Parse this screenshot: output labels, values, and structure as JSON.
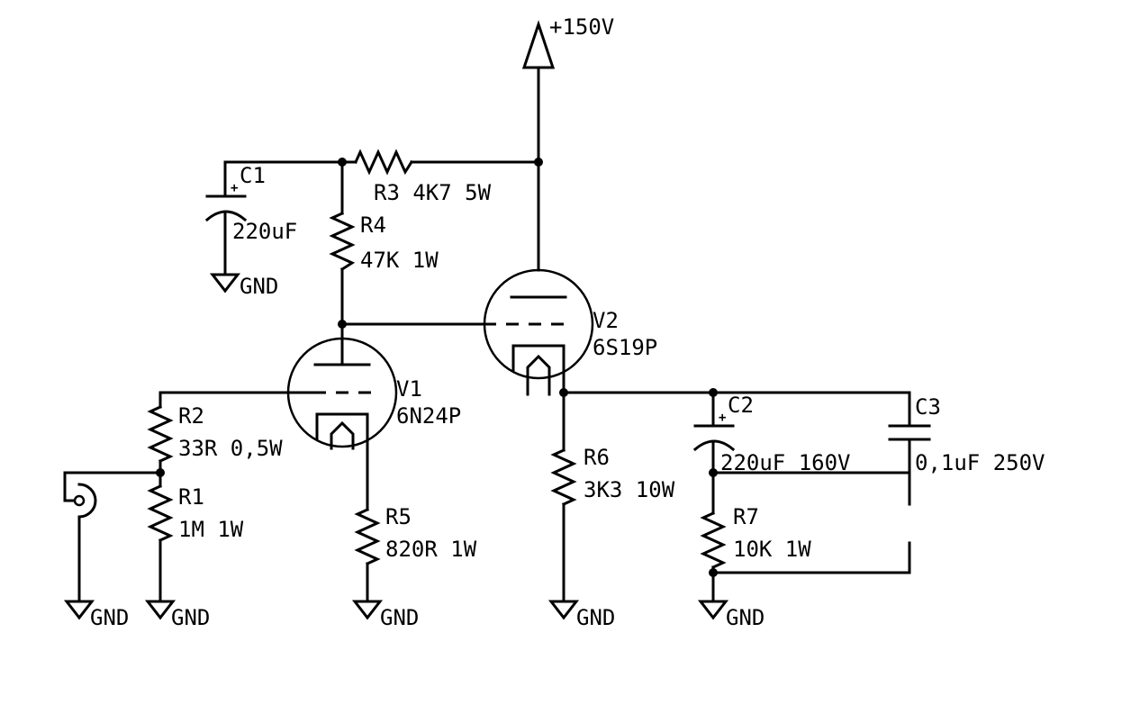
{
  "supply": {
    "label": "+150V"
  },
  "ground_label": "GND",
  "components": {
    "C1": {
      "ref": "C1",
      "value": "220uF"
    },
    "C2": {
      "ref": "C2",
      "value": "220uF 160V"
    },
    "C3": {
      "ref": "C3",
      "value": "0,1uF 250V"
    },
    "R1": {
      "ref": "R1",
      "value": "1M 1W"
    },
    "R2": {
      "ref": "R2",
      "value": "33R 0,5W"
    },
    "R3": {
      "label": "R3 4K7 5W"
    },
    "R4": {
      "ref": "R4",
      "value": "47K 1W"
    },
    "R5": {
      "ref": "R5",
      "value": "820R 1W"
    },
    "R6": {
      "ref": "R6",
      "value": "3K3 10W"
    },
    "R7": {
      "ref": "R7",
      "value": "10K 1W"
    },
    "V1": {
      "ref": "V1",
      "type": "6N24P"
    },
    "V2": {
      "ref": "V2",
      "type": "6S19P"
    }
  },
  "polarity_mark": "+"
}
